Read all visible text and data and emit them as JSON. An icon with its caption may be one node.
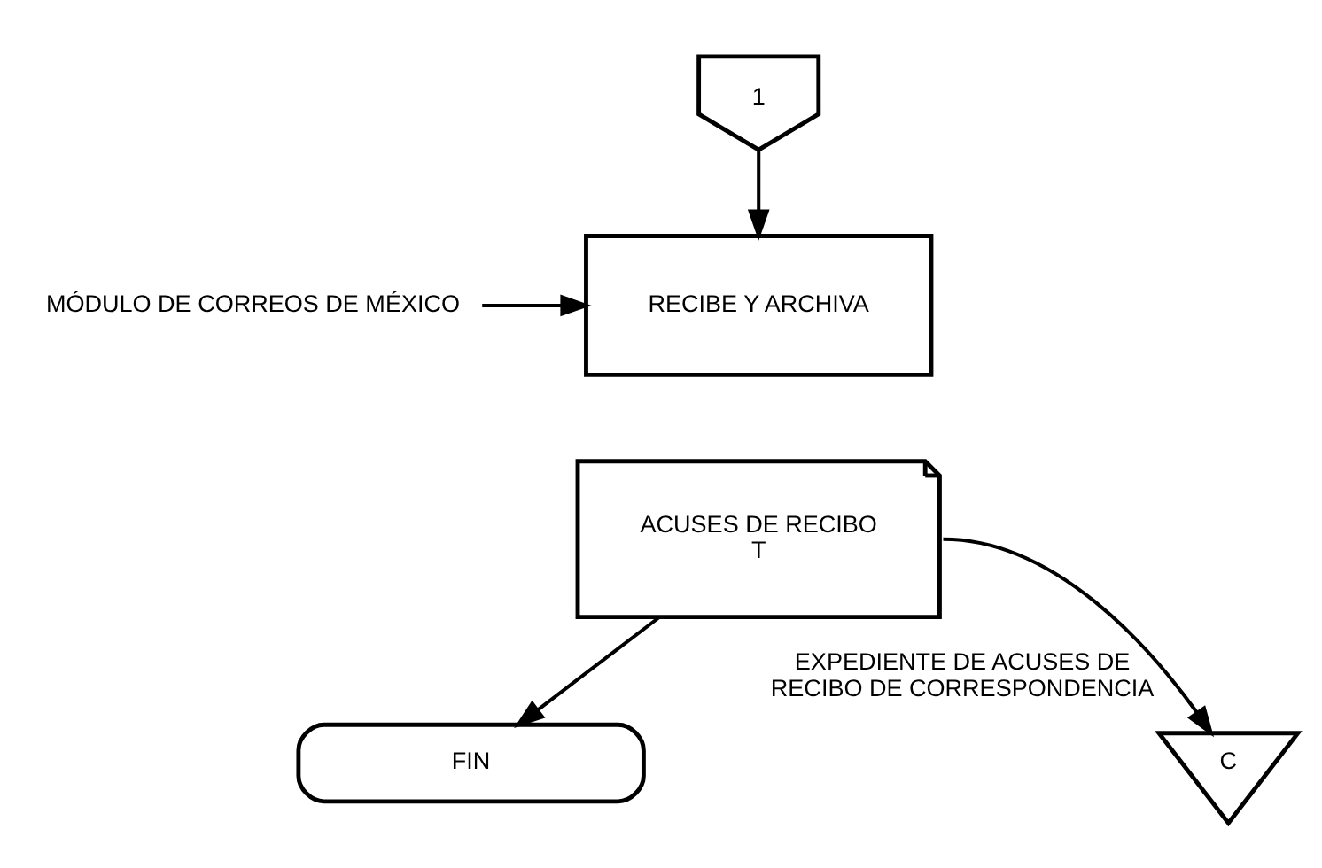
{
  "diagram": {
    "nodes": [
      {
        "text": [
          "1"
        ]
      },
      {
        "text": [
          "MÓDULO DE CORREOS DE MÉXICO"
        ]
      },
      {
        "text": [
          "RECIBE Y ARCHIVA"
        ]
      },
      {
        "text": [
          "ACUSES DE RECIBO",
          "T"
        ]
      },
      {
        "text": [
          "C"
        ],
        "beside": [
          "EXPEDIENTE DE ACUSES DE RECIBO DE CORRESPONDENCIA"
        ]
      },
      {
        "text": [
          "FIN"
        ]
      }
    ],
    "edges": [
      {
        "from": 0,
        "to": 2,
        "arrow": "to"
      },
      {
        "from": 1,
        "to": 2,
        "arrow": "to"
      },
      {
        "from": 3,
        "to": 4,
        "arrow": "to"
      },
      {
        "from": 3,
        "to": 5,
        "arrow": "to"
      }
    ]
  }
}
